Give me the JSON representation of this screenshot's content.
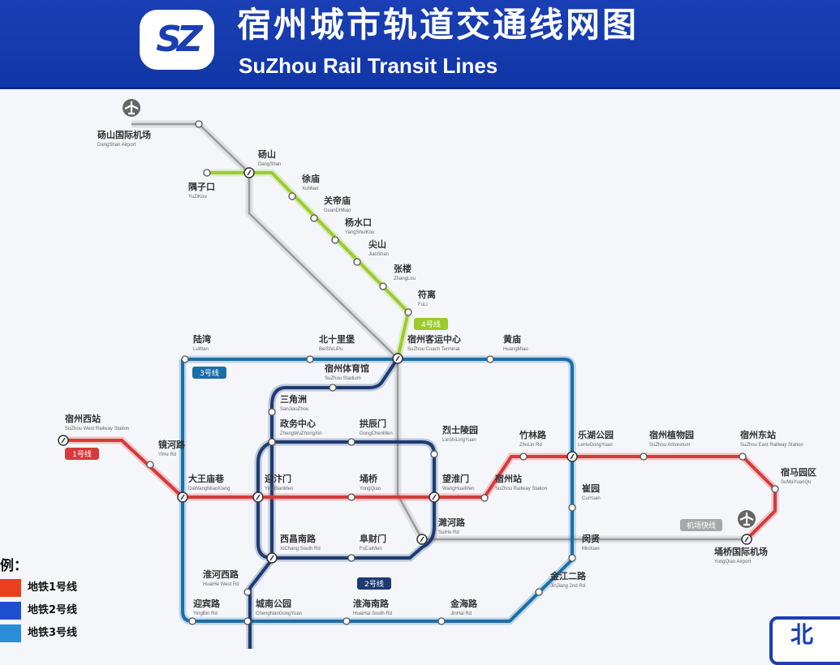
{
  "header": {
    "logo": "SZ",
    "title_cn": "宿州城市轨道交通线网图",
    "title_en": "SuZhou Rail Transit Lines"
  },
  "lines": {
    "line1": {
      "label": "1号线",
      "color": "#d63a3a"
    },
    "line2": {
      "label": "2号线",
      "color": "#1d3b73"
    },
    "line3": {
      "label": "3号线",
      "color": "#1a6fa8"
    },
    "line4": {
      "label": "4号线",
      "color": "#9ccc2c"
    },
    "airport": {
      "label": "机场快线",
      "color": "#9a9a9a"
    }
  },
  "stations": [
    {
      "cn": "砀山国际机场",
      "en": "DangShan Airport"
    },
    {
      "cn": "砀山",
      "en": "DangShan"
    },
    {
      "cn": "隅子口",
      "en": "YuZiKou"
    },
    {
      "cn": "徐庙",
      "en": "XuMiao"
    },
    {
      "cn": "关帝庙",
      "en": "GuanDiMiao"
    },
    {
      "cn": "杨水口",
      "en": "YangShuiKou"
    },
    {
      "cn": "尖山",
      "en": "JianShan"
    },
    {
      "cn": "张楼",
      "en": "ZhangLou"
    },
    {
      "cn": "符离",
      "en": "FuLi"
    },
    {
      "cn": "陆湾",
      "en": "LuWan"
    },
    {
      "cn": "北十里堡",
      "en": "BeiShiLiPu"
    },
    {
      "cn": "宿州客运中心",
      "en": "SuZhou Coach Terminal"
    },
    {
      "cn": "黄庙",
      "en": "HuangMiao"
    },
    {
      "cn": "宿州体育馆",
      "en": "SuZhou Stadium"
    },
    {
      "cn": "三角洲",
      "en": "SanJiaoZhou"
    },
    {
      "cn": "政务中心",
      "en": "ZhengWuZhongXin"
    },
    {
      "cn": "拱辰门",
      "en": "GongChenMen"
    },
    {
      "cn": "烈士陵园",
      "en": "LieShiLingYuan"
    },
    {
      "cn": "宿州西站",
      "en": "SuZhou West Railway Station"
    },
    {
      "cn": "镜河路",
      "en": "YiHe Rd"
    },
    {
      "cn": "大王庙巷",
      "en": "DaWangMiaoXiang"
    },
    {
      "cn": "迎汴门",
      "en": "YingBianMen"
    },
    {
      "cn": "埇桥",
      "en": "YongQiao"
    },
    {
      "cn": "望淮门",
      "en": "WangHuaiMen"
    },
    {
      "cn": "宿州站",
      "en": "SuZhou Railway Station"
    },
    {
      "cn": "竹林路",
      "en": "ZhuLin Rd"
    },
    {
      "cn": "乐湖公园",
      "en": "LeHuGongYuan"
    },
    {
      "cn": "宿州植物园",
      "en": "SuZhou Arboretum"
    },
    {
      "cn": "宿州东站",
      "en": "SuZhou East Railway Station"
    },
    {
      "cn": "宿马园区",
      "en": "SuMaYuanQu"
    },
    {
      "cn": "崔园",
      "en": "CuiYuan"
    },
    {
      "cn": "濉河路",
      "en": "SuiHe Rd"
    },
    {
      "cn": "西昌南路",
      "en": "XiChang South Rd"
    },
    {
      "cn": "阜财门",
      "en": "FuCaiMen"
    },
    {
      "cn": "闵贤",
      "en": "MinXian"
    },
    {
      "cn": "埇桥国际机场",
      "en": "YongQiao Airport"
    },
    {
      "cn": "淮河西路",
      "en": "HuaiHe West Rd"
    },
    {
      "cn": "金江二路",
      "en": "JinJiang 2nd Rd"
    },
    {
      "cn": "迎宾路",
      "en": "YingBin Rd"
    },
    {
      "cn": "城南公园",
      "en": "ChengNanGongYuan"
    },
    {
      "cn": "淮海南路",
      "en": "HuaiHai South Rd"
    },
    {
      "cn": "金海路",
      "en": "JinHai Rd"
    }
  ],
  "icons": {
    "airport": "airplane-icon",
    "interchange": "interchange-icon"
  },
  "legend": {
    "title": "例：",
    "items": [
      {
        "label": "地铁1号线",
        "color": "#e8401f"
      },
      {
        "label": "地铁2号线",
        "color": "#1f4fd0"
      },
      {
        "label": "地铁3号线",
        "color": "#2a8fd8"
      }
    ]
  },
  "compass": {
    "label": "北"
  }
}
